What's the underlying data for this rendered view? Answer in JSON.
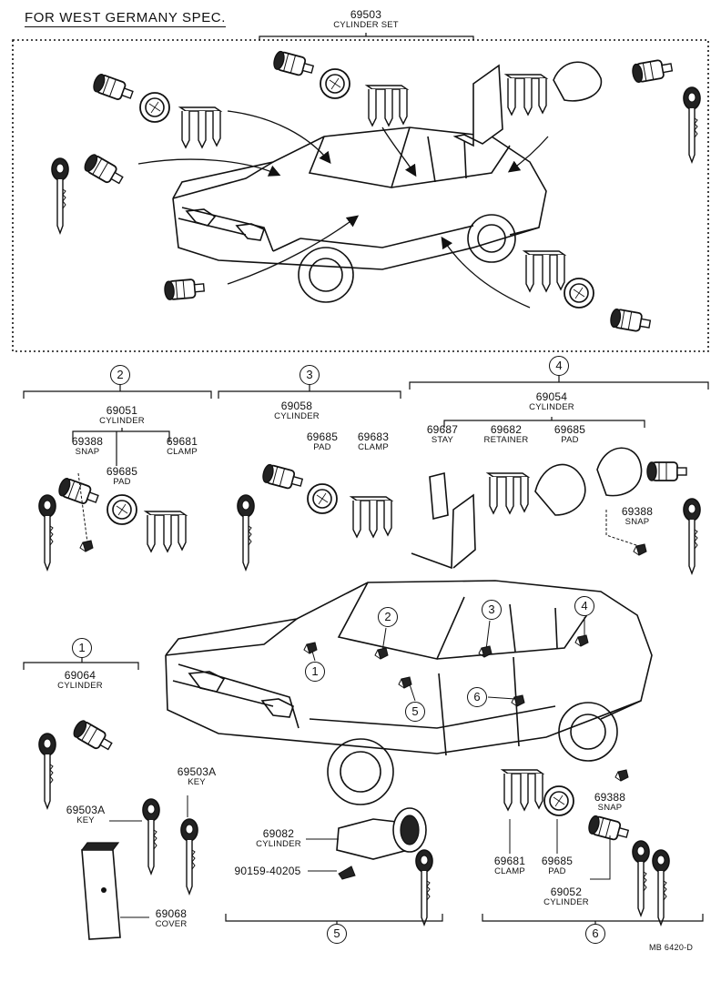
{
  "header": {
    "spec_title": "FOR WEST GERMANY SPEC."
  },
  "top_set": {
    "part_no": "69503",
    "name": "CYLINDER SET"
  },
  "group_2": {
    "callout": "2",
    "cylinder": {
      "part_no": "69051",
      "name": "CYLINDER"
    },
    "snap": {
      "part_no": "69388",
      "name": "SNAP"
    },
    "pad": {
      "part_no": "69685",
      "name": "PAD"
    },
    "clamp": {
      "part_no": "69681",
      "name": "CLAMP"
    }
  },
  "group_3": {
    "callout": "3",
    "cylinder": {
      "part_no": "69058",
      "name": "CYLINDER"
    },
    "pad": {
      "part_no": "69685",
      "name": "PAD"
    },
    "clamp": {
      "part_no": "69683",
      "name": "CLAMP"
    }
  },
  "group_4": {
    "callout": "4",
    "cylinder": {
      "part_no": "69054",
      "name": "CYLINDER"
    },
    "stay": {
      "part_no": "69687",
      "name": "STAY"
    },
    "retainer": {
      "part_no": "69682",
      "name": "RETAINER"
    },
    "pad": {
      "part_no": "69685",
      "name": "PAD"
    },
    "snap": {
      "part_no": "69388",
      "name": "SNAP"
    }
  },
  "group_1": {
    "callout": "1",
    "cylinder": {
      "part_no": "69064",
      "name": "CYLINDER"
    }
  },
  "keys": {
    "key_a": {
      "part_no": "69503A",
      "name": "KEY"
    },
    "key_b": {
      "part_no": "69503A",
      "name": "KEY"
    }
  },
  "cover": {
    "part_no": "69068",
    "name": "COVER"
  },
  "group_5": {
    "callout": "5",
    "cylinder": {
      "part_no": "69082",
      "name": "CYLINDER"
    },
    "screw": {
      "part_no": "90159-40205"
    }
  },
  "group_6": {
    "callout": "6",
    "clamp": {
      "part_no": "69681",
      "name": "CLAMP"
    },
    "pad": {
      "part_no": "69685",
      "name": "PAD"
    },
    "snap": {
      "part_no": "69388",
      "name": "SNAP"
    },
    "cylinder": {
      "part_no": "69052",
      "name": "CYLINDER"
    }
  },
  "car_callouts": [
    "1",
    "2",
    "3",
    "4",
    "5",
    "6"
  ],
  "drawing_no": "MB 6420-D"
}
